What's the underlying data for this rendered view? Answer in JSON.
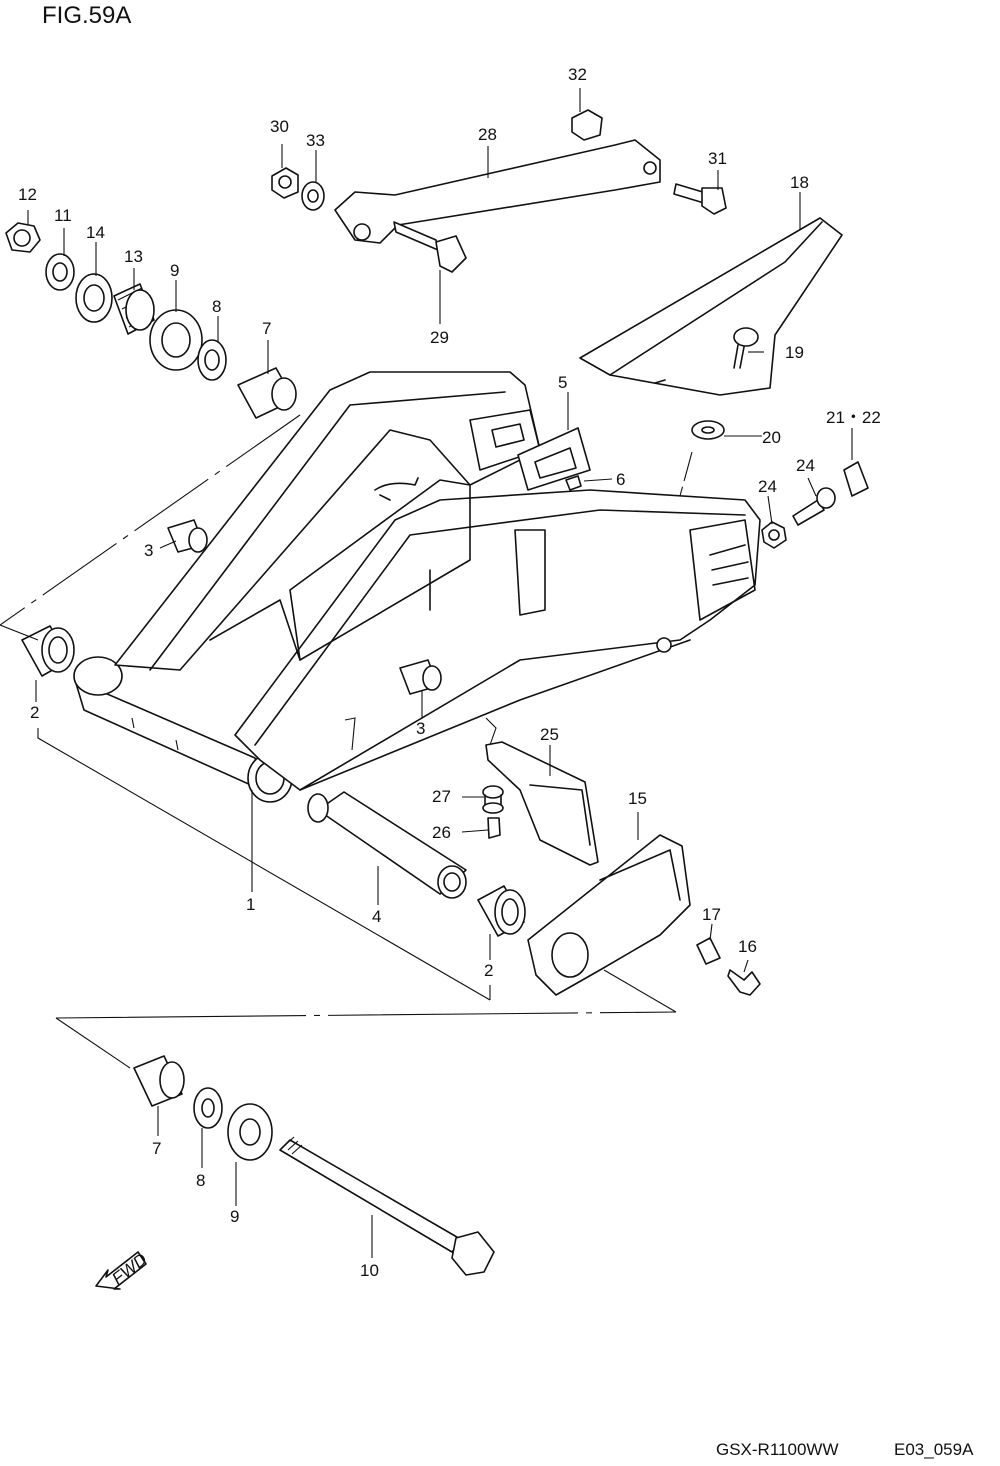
{
  "title": "FIG.59A",
  "footer": {
    "model": "GSX-R1100WW",
    "code": "E03_059A"
  },
  "callouts": [
    {
      "id": "c1",
      "text": "1"
    },
    {
      "id": "c2a",
      "text": "2"
    },
    {
      "id": "c2b",
      "text": "2"
    },
    {
      "id": "c3a",
      "text": "3"
    },
    {
      "id": "c3b",
      "text": "3"
    },
    {
      "id": "c4",
      "text": "4"
    },
    {
      "id": "c5",
      "text": "5"
    },
    {
      "id": "c6",
      "text": "6"
    },
    {
      "id": "c7a",
      "text": "7"
    },
    {
      "id": "c7b",
      "text": "7"
    },
    {
      "id": "c8a",
      "text": "8"
    },
    {
      "id": "c8b",
      "text": "8"
    },
    {
      "id": "c9a",
      "text": "9"
    },
    {
      "id": "c9b",
      "text": "9"
    },
    {
      "id": "c10",
      "text": "10"
    },
    {
      "id": "c11",
      "text": "11"
    },
    {
      "id": "c12",
      "text": "12"
    },
    {
      "id": "c13",
      "text": "13"
    },
    {
      "id": "c14",
      "text": "14"
    },
    {
      "id": "c15",
      "text": "15"
    },
    {
      "id": "c16",
      "text": "16"
    },
    {
      "id": "c17",
      "text": "17"
    },
    {
      "id": "c18",
      "text": "18"
    },
    {
      "id": "c19",
      "text": "19"
    },
    {
      "id": "c20",
      "text": "20"
    },
    {
      "id": "c2122",
      "text": "21・22"
    },
    {
      "id": "c24a",
      "text": "24"
    },
    {
      "id": "c24b",
      "text": "24"
    },
    {
      "id": "c25",
      "text": "25"
    },
    {
      "id": "c26",
      "text": "26"
    },
    {
      "id": "c27",
      "text": "27"
    },
    {
      "id": "c28",
      "text": "28"
    },
    {
      "id": "c29",
      "text": "29"
    },
    {
      "id": "c30",
      "text": "30"
    },
    {
      "id": "c31",
      "text": "31"
    },
    {
      "id": "c32",
      "text": "32"
    },
    {
      "id": "c33",
      "text": "33"
    }
  ],
  "fwd_label": "FWD"
}
